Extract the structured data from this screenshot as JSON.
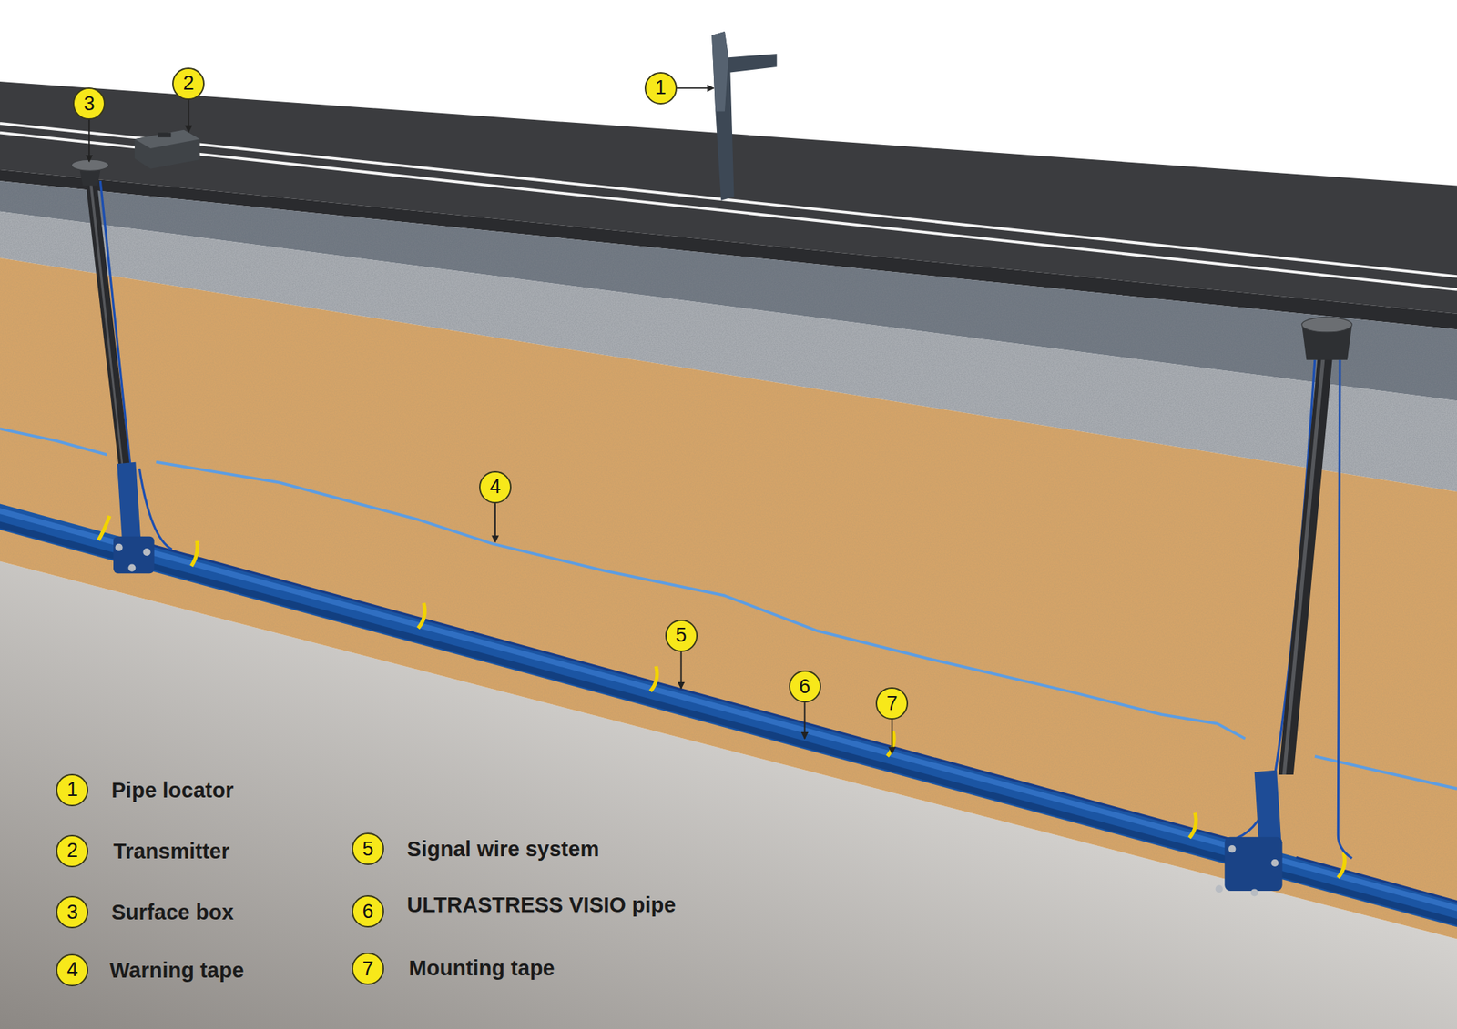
{
  "diagram": {
    "nodes": [
      {
        "text": [
          "3"
        ]
      },
      {
        "text": [
          "2"
        ]
      },
      {
        "text": [
          "1"
        ]
      },
      {
        "text": [
          "4"
        ]
      },
      {
        "text": [
          "5"
        ]
      },
      {
        "text": [
          "6"
        ]
      },
      {
        "text": [
          "7"
        ]
      },
      {
        "text": [
          "1"
        ]
      },
      {
        "text": [
          "2"
        ]
      },
      {
        "text": [
          "3"
        ]
      },
      {
        "text": [
          "4"
        ]
      },
      {
        "text": [
          "5"
        ]
      },
      {
        "text": [
          "6"
        ]
      },
      {
        "text": [
          "7"
        ]
      }
    ],
    "labels": [
      "Pipe locator",
      "Transmitter",
      "Surface box",
      "Warning tape",
      "Signal wire system",
      "ULTRASTRESS VISIO pipe",
      "Mounting tape"
    ]
  }
}
